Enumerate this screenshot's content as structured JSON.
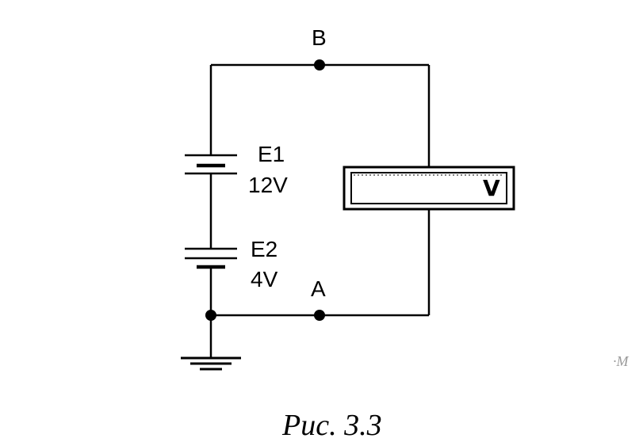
{
  "nodes": {
    "b_label": "B",
    "a_label": "A"
  },
  "sources": [
    {
      "name": "E1",
      "value": "12V"
    },
    {
      "name": "E2",
      "value": "4V"
    }
  ],
  "voltmeter": {
    "unit": "V"
  },
  "caption": "Рис. 3.3",
  "edge_fragment": "·M",
  "colors": {
    "ink": "#000000",
    "background": "#ffffff"
  }
}
